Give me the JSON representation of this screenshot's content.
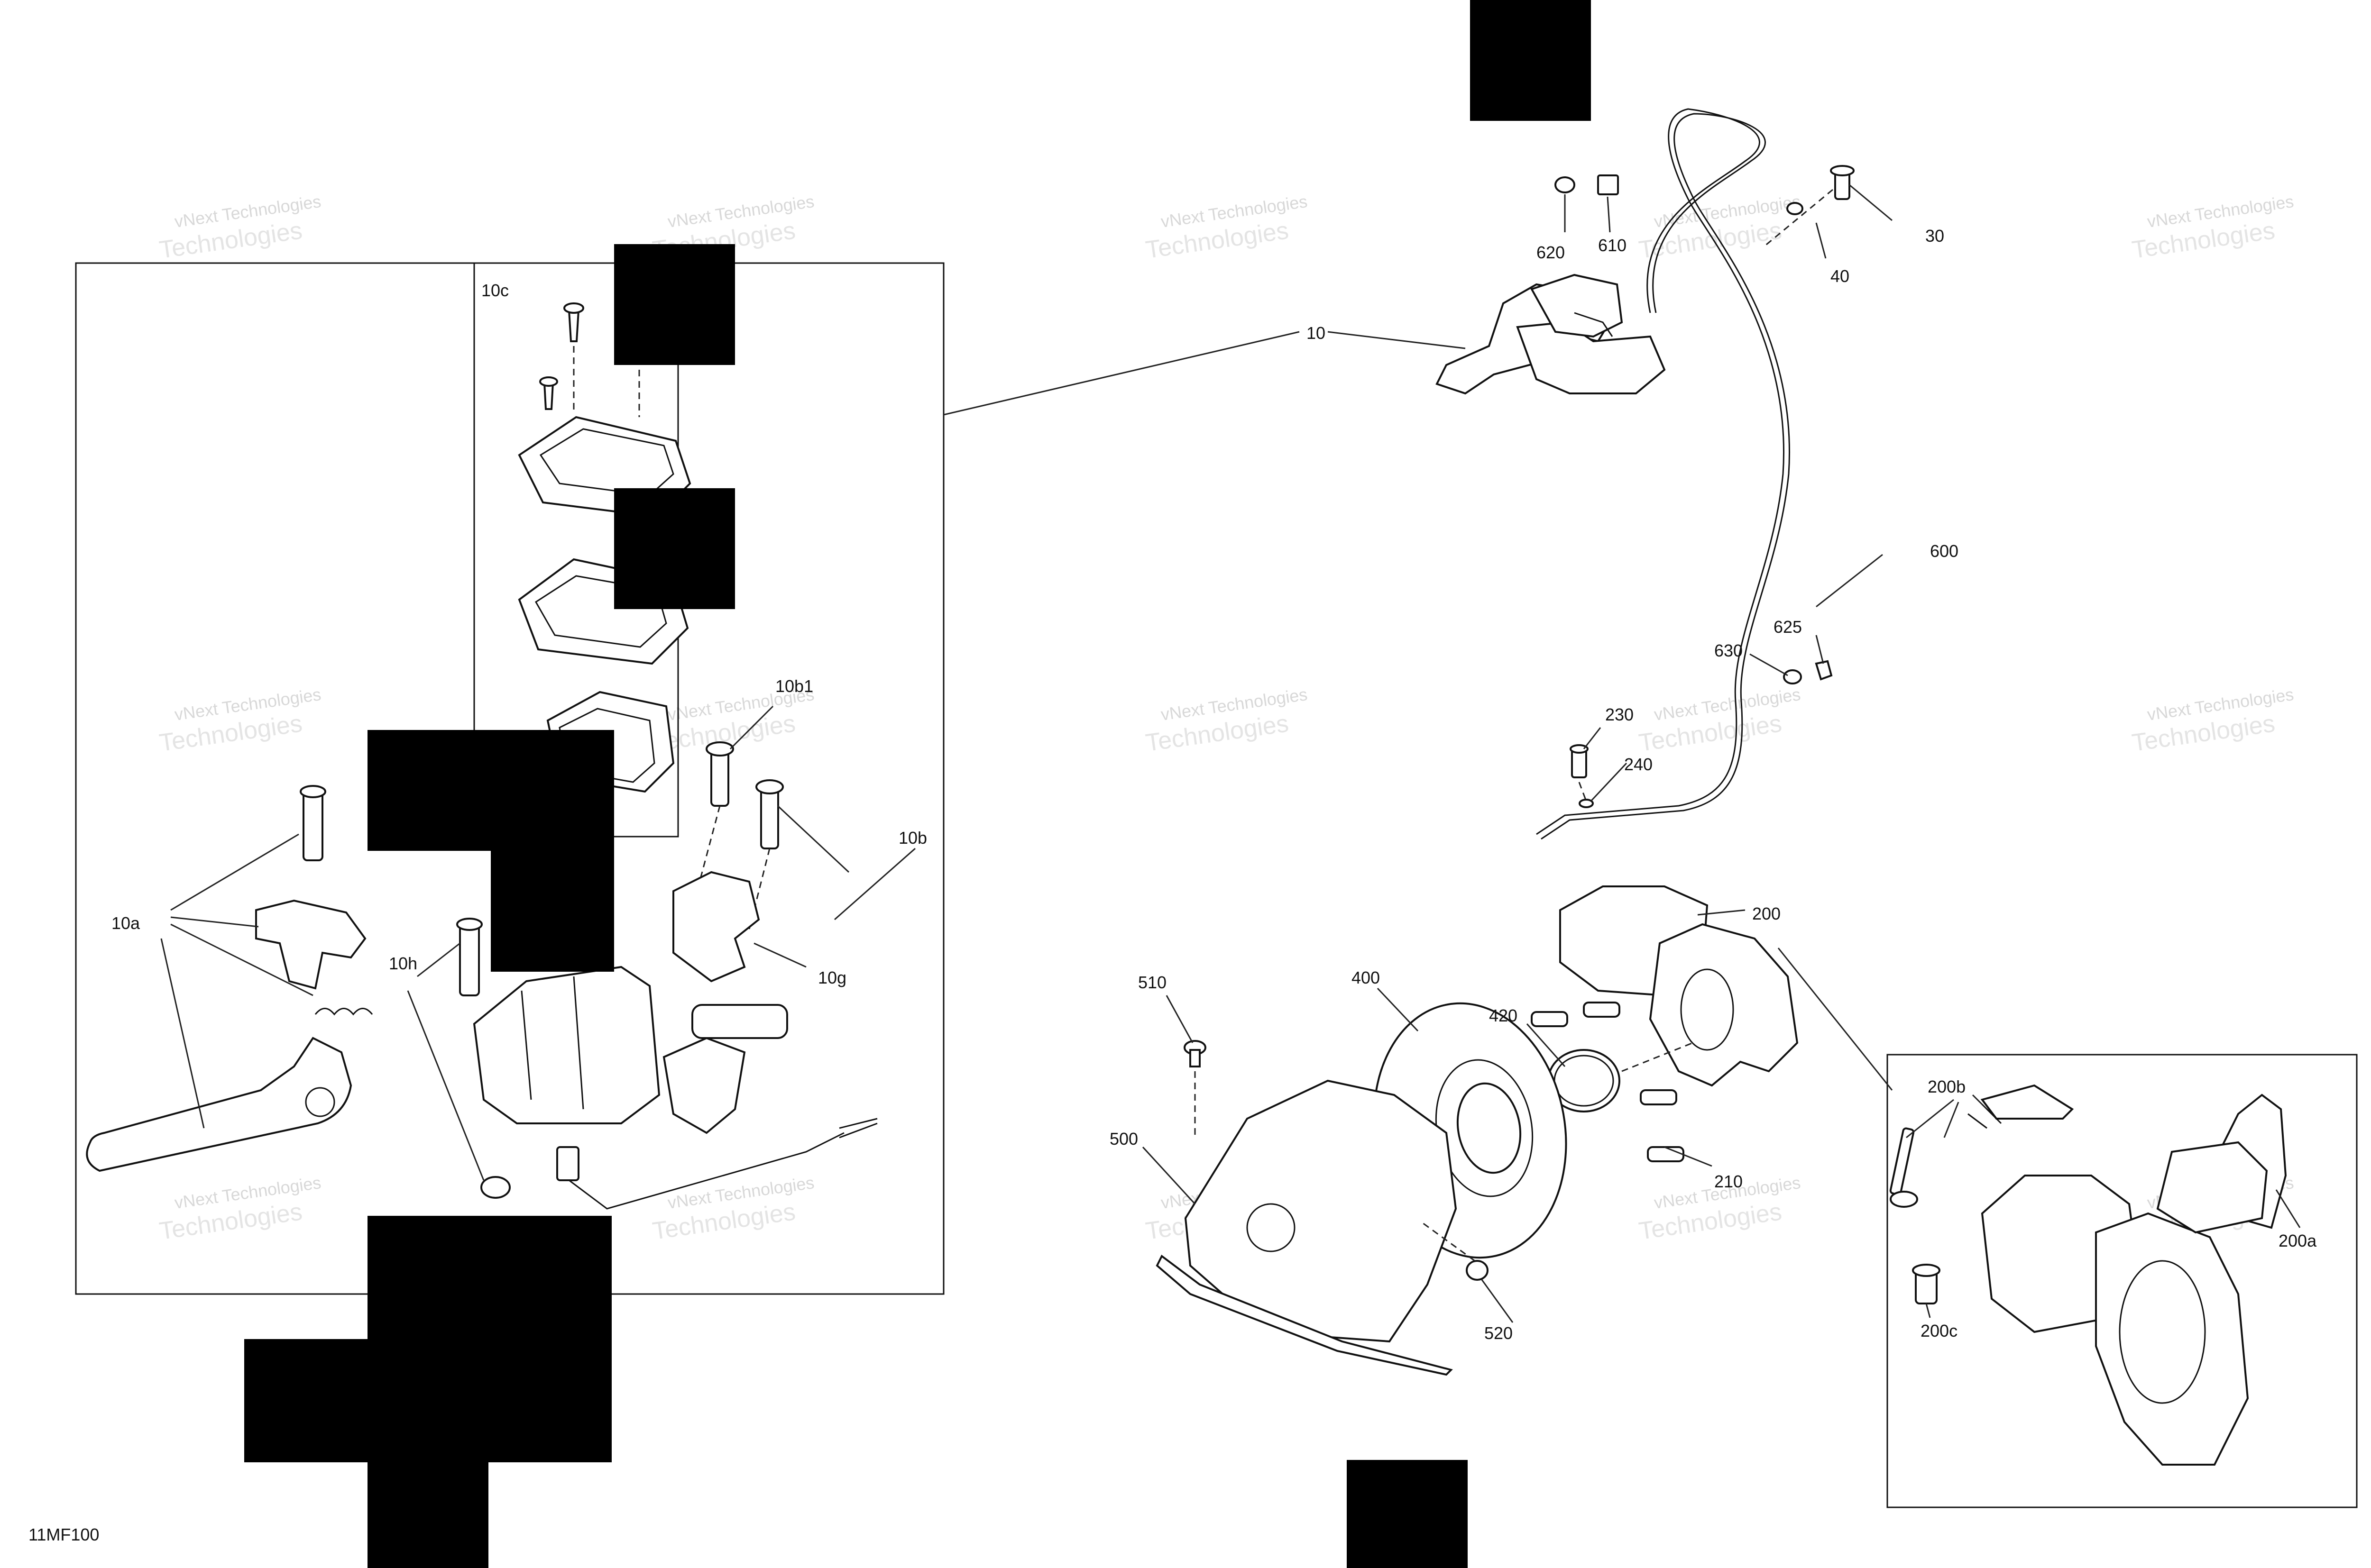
{
  "figure_code": "11MF100",
  "watermark": {
    "line1": "vNext Technologies",
    "line2": "Technologies"
  },
  "callouts": {
    "c10": "10",
    "c10a": "10a",
    "c10b": "10b",
    "c10b1": "10b1",
    "c10c": "10c",
    "c10g": "10g",
    "c10h": "10h",
    "c30": "30",
    "c40": "40",
    "c200": "200",
    "c200a": "200a",
    "c200b": "200b",
    "c200c": "200c",
    "c210": "210",
    "c230": "230",
    "c240": "240",
    "c400": "400",
    "c420": "420",
    "c500": "500",
    "c510": "510",
    "c520": "520",
    "c600": "600",
    "c610": "610",
    "c620": "620",
    "c625": "625",
    "c630": "630"
  }
}
